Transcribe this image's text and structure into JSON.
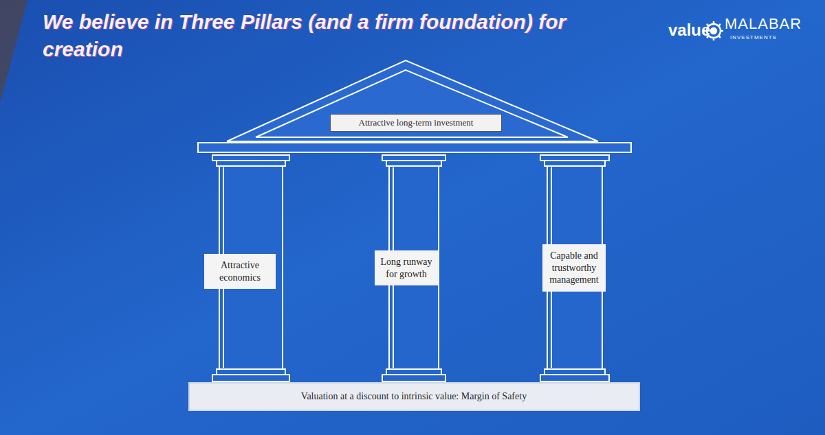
{
  "diagram": {
    "title": "We believe in Three Pillars (and a firm foundation) for creation",
    "nodes": [
      {
        "text": [
          "Attractive long-term investment"
        ]
      },
      {
        "text": [
          "Attractive economics"
        ]
      },
      {
        "text": [
          "Long runway for growth"
        ]
      },
      {
        "text": [
          "Capable and trustworthy management"
        ]
      },
      {
        "text": [
          "Valuation at a discount to intrinsic value: Margin of Safety"
        ]
      }
    ],
    "labels": [
      "value",
      "MALABAR",
      "INVESTMENTS"
    ]
  }
}
